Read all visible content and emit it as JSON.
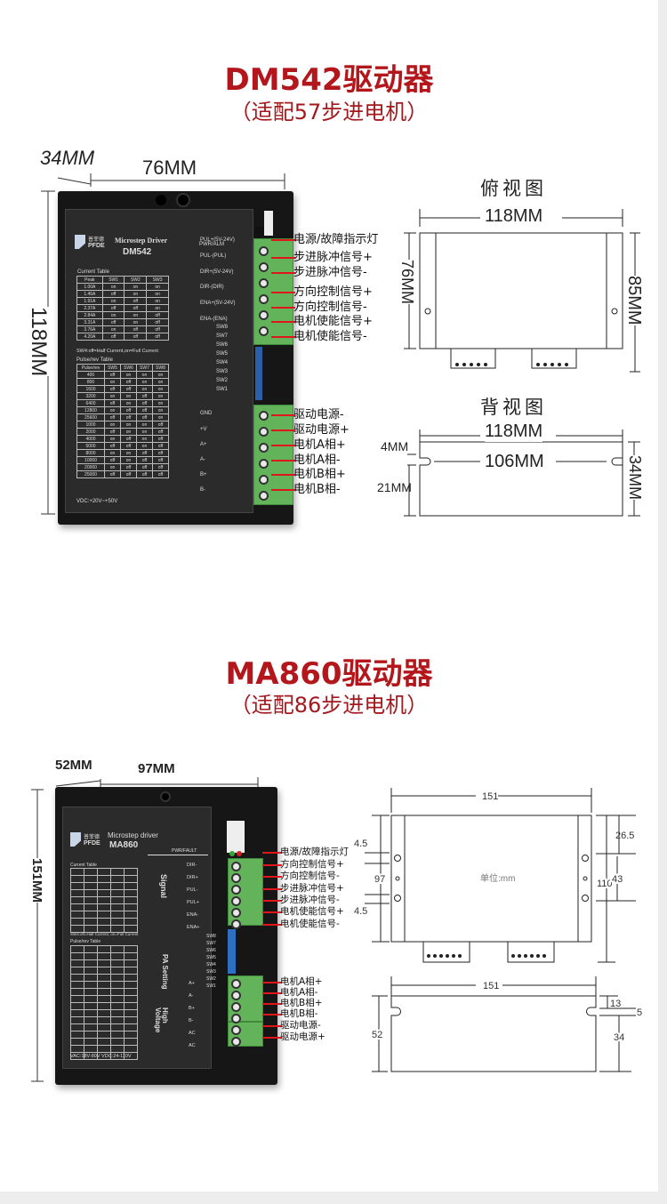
{
  "dm542": {
    "title": "DM542驱动器",
    "subtitle": "（适配57步进电机）",
    "dims": {
      "depth": "34MM",
      "width": "76MM",
      "height": "118MM"
    },
    "device": {
      "brand": "PFDE",
      "brand_cn": "普菲德",
      "model_line": "Microstep Driver",
      "model": "DM542",
      "pwr_label": "PWR/ALM",
      "current_table_title": "Current Table",
      "current_headers": [
        "Peak",
        "SW1",
        "SW2",
        "SW3"
      ],
      "current_rows": [
        [
          "1.00A",
          "on",
          "on",
          "on"
        ],
        [
          "1.46A",
          "off",
          "on",
          "on"
        ],
        [
          "1.91A",
          "on",
          "off",
          "on"
        ],
        [
          "2.37A",
          "off",
          "off",
          "on"
        ],
        [
          "2.84A",
          "on",
          "on",
          "off"
        ],
        [
          "3.31A",
          "off",
          "on",
          "off"
        ],
        [
          "3.76A",
          "on",
          "off",
          "off"
        ],
        [
          "4.20A",
          "off",
          "off",
          "off"
        ]
      ],
      "sw4_note": "SW4:off=Half Current,on=Full Current",
      "pulse_table_title": "Pulse/rev Table",
      "pulse_headers": [
        "Pulse/rev",
        "SW5",
        "SW6",
        "SW7",
        "SW8"
      ],
      "pulse_rows": [
        [
          "400",
          "off",
          "on",
          "on",
          "on"
        ],
        [
          "800",
          "on",
          "off",
          "on",
          "on"
        ],
        [
          "1600",
          "off",
          "off",
          "on",
          "on"
        ],
        [
          "3200",
          "on",
          "on",
          "off",
          "on"
        ],
        [
          "6400",
          "off",
          "on",
          "off",
          "on"
        ],
        [
          "12800",
          "on",
          "off",
          "off",
          "on"
        ],
        [
          "25600",
          "off",
          "off",
          "off",
          "on"
        ],
        [
          "1000",
          "on",
          "on",
          "on",
          "off"
        ],
        [
          "2000",
          "off",
          "on",
          "on",
          "off"
        ],
        [
          "4000",
          "on",
          "off",
          "on",
          "off"
        ],
        [
          "5000",
          "off",
          "off",
          "on",
          "off"
        ],
        [
          "8000",
          "on",
          "on",
          "off",
          "off"
        ],
        [
          "10000",
          "off",
          "on",
          "off",
          "off"
        ],
        [
          "20000",
          "on",
          "off",
          "off",
          "off"
        ],
        [
          "25000",
          "off",
          "off",
          "off",
          "off"
        ]
      ],
      "voltage": "VDC:+20V~+50V",
      "terminals": [
        "PUL+(5V-24V)",
        "PUL-(PUL)",
        "DIR+(5V-24V)",
        "DIR-(DIR)",
        "ENA+(5V-24V)",
        "ENA-(ENA)"
      ],
      "switches": [
        "SW8",
        "SW7",
        "SW6",
        "SW5",
        "SW4",
        "SW3",
        "SW2",
        "SW1"
      ],
      "power_terminals": [
        "GND",
        "+V",
        "A+",
        "A-",
        "B+",
        "B-"
      ]
    },
    "labels": [
      "电源/故障指示灯",
      "步进脉冲信号+",
      "步进脉冲信号-",
      "方向控制信号+",
      "方向控制信号-",
      "电机使能信号+",
      "电机使能信号-",
      "驱动电源-",
      "驱动电源+",
      "电机A相+",
      "电机A相-",
      "电机B相+",
      "电机B相-"
    ],
    "top_view": {
      "title": "俯视图",
      "width": "118MM",
      "depth": "76MM",
      "total": "85MM"
    },
    "back_view": {
      "title": "背视图",
      "width": "118MM",
      "hole_span": "106MM",
      "slot": "4MM",
      "low": "21MM",
      "height": "34MM"
    }
  },
  "ma860": {
    "title": "MA860驱动器",
    "subtitle": "（适配86步进电机）",
    "dims": {
      "depth": "52MM",
      "width": "97MM",
      "height": "151MM"
    },
    "device": {
      "brand": "PFDE",
      "brand_cn": "普菲德",
      "model_line": "Microstep driver",
      "model": "MA860",
      "pwr_label": "PWR/FAULT",
      "current_table_title": "Current Table",
      "sw4_note": "SW4:off=Half Current; on=Full Current",
      "pulse_table_title": "Pulse/rev Table",
      "voltage": "VAC:18V-80V  VDC:24-110V",
      "group_signal": "Signal",
      "group_pa": "PA Setting",
      "group_hv": "High Voltage",
      "terminals": [
        "DIR-",
        "DIR+",
        "PUL-",
        "PUL+",
        "ENA-",
        "ENA+"
      ],
      "switches": [
        "SW8",
        "SW7",
        "SW6",
        "SW5",
        "SW4",
        "SW3",
        "SW2",
        "SW1"
      ],
      "power_terminals": [
        "A+",
        "A-",
        "B+",
        "B-",
        "AC",
        "AC"
      ]
    },
    "labels": [
      "电源/故障指示灯",
      "方向控制信号+",
      "方向控制信号-",
      "步进脉冲信号+",
      "步进脉冲信号-",
      "电机使能信号+",
      "电机使能信号-",
      "电机A相+",
      "电机A相-",
      "电机B相+",
      "电机B相-",
      "驱动电源-",
      "驱动电源+"
    ],
    "top_view": {
      "width": "151",
      "unit": "单位:mm",
      "hole_top": "4.5",
      "hole_bottom": "4.5",
      "depth": "97",
      "total": "110",
      "top_offset": "26.5",
      "hole_gap": "43"
    },
    "side_view": {
      "width": "151",
      "height": "52",
      "top": "13",
      "slot": "5",
      "low": "34"
    }
  },
  "colors": {
    "title": "#b3171c",
    "terminal": "#63b35b",
    "leader": "#e0161b"
  }
}
